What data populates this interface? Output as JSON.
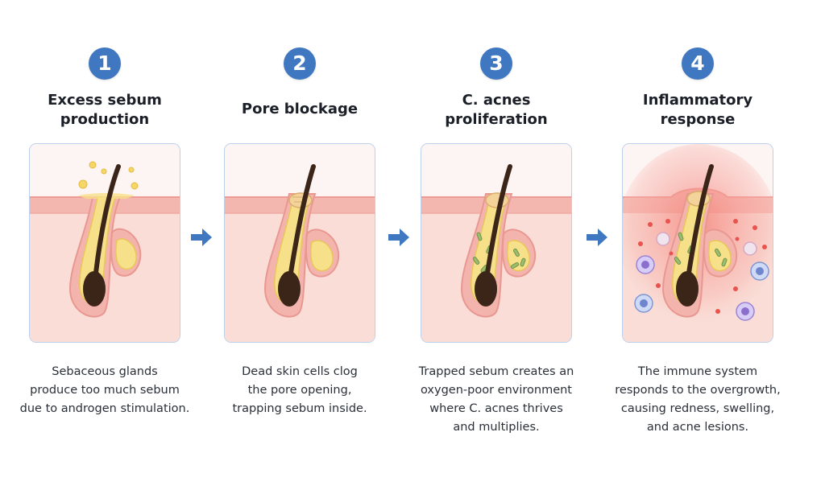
{
  "steps": [
    {
      "number": "1",
      "title_line1": "Excess sebum",
      "title_line2": "production",
      "description": [
        "Sebaceous glands",
        "produce too much sebum",
        "due to androgen stimulation."
      ]
    },
    {
      "number": "2",
      "title_line1": "Pore blockage",
      "title_line2": "",
      "description": [
        "Dead skin cells clog",
        "the pore opening,",
        "trapping sebum inside."
      ]
    },
    {
      "number": "3",
      "title_line1": "C. acnes",
      "title_line2": "proliferation",
      "description": [
        "Trapped sebum creates an",
        "oxygen-poor environment",
        "where C. acnes thrives",
        "and multiplies."
      ]
    },
    {
      "number": "4",
      "title_line1": "Inflammatory",
      "title_line2": "response",
      "description": [
        "The immune system",
        "responds to the overgrowth,",
        "causing redness, swelling,",
        "and acne lesions."
      ]
    }
  ],
  "colors": {
    "badge": "#3f78c0",
    "arrow": "#3f78c0",
    "panel_border": "#bcd0ea",
    "skin": "#f9ddd6",
    "epidermis": "#f2aaa5",
    "sebum": "#f6db75",
    "hair": "#3b2418",
    "bacteria": "#8fb36a",
    "inflammation": "#f3645c",
    "immune_cell": "#9b84d6"
  },
  "icons": [
    "arrow-right-icon",
    "hair-follicle-illustration"
  ]
}
